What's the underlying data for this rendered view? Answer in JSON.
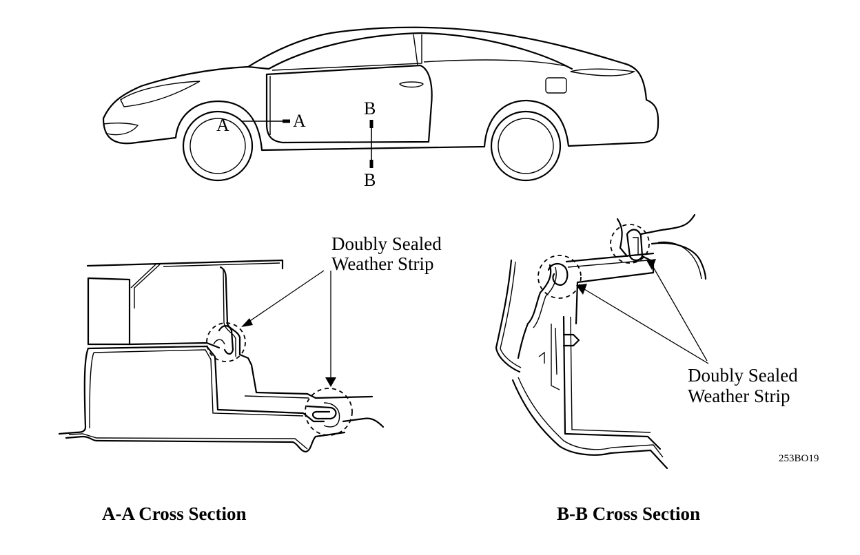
{
  "car_markers": {
    "a_left": "A",
    "a_right": "A",
    "b_top": "B",
    "b_bottom": "B"
  },
  "aa_section": {
    "callout_line1": "Doubly Sealed",
    "callout_line2": "Weather Strip",
    "caption": "A-A Cross Section"
  },
  "bb_section": {
    "callout_line1": "Doubly Sealed",
    "callout_line2": "Weather Strip",
    "caption": "B-B Cross Section"
  },
  "figure_code": "253BO19"
}
